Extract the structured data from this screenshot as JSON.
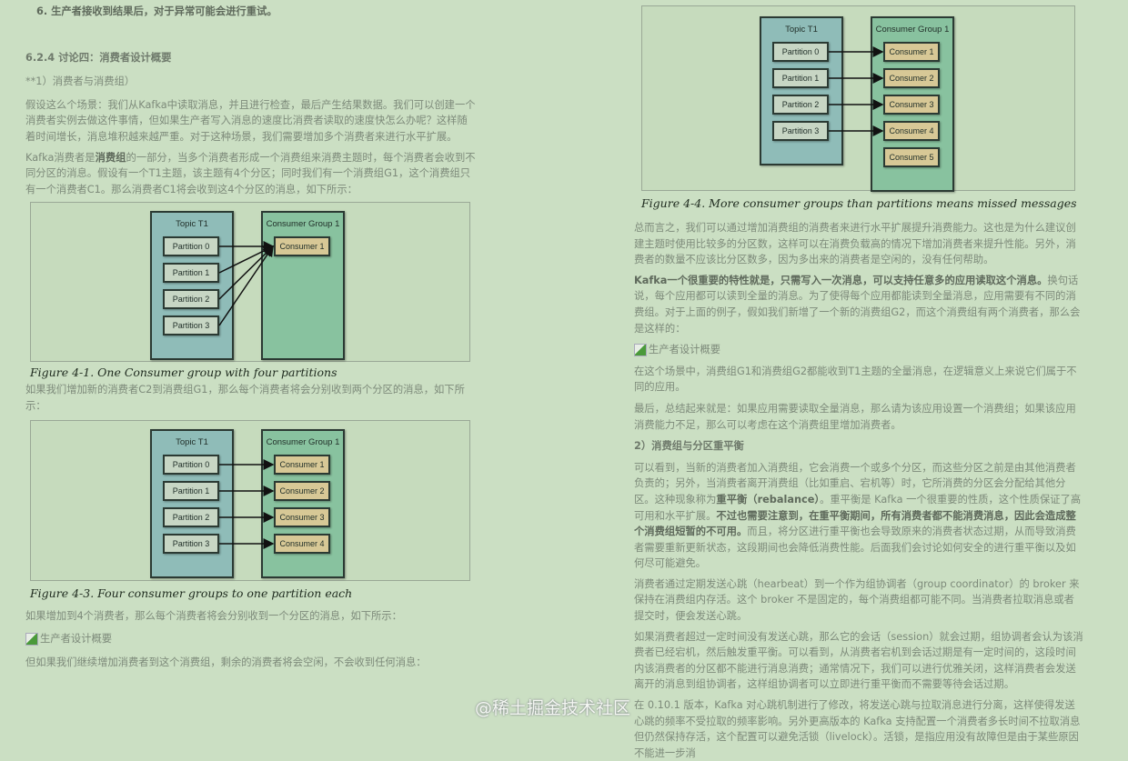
{
  "left": {
    "item6": "6. 生产者接收到结果后，对于异常可能会进行重试。",
    "section_heading": "6.2.4 讨论四：消费者设计概要",
    "sub1": "**1）消费者与消费组）",
    "p1": "假设这么个场景：我们从Kafka中读取消息，并且进行检查，最后产生结果数据。我们可以创建一个消费者实例去做这件事情，但如果生产者写入消息的速度比消费者读取的速度快怎么办呢？这样随着时间增长，消息堆积越来越严重。对于这种场景，我们需要增加多个消费者来进行水平扩展。",
    "p2_a": "Kafka消费者是",
    "p2_b": "消费组",
    "p2_c": "的一部分，当多个消费者形成一个消费组来消费主题时，每个消费者会收到不同分区的消息。假设有一个T1主题，该主题有4个分区；同时我们有一个消费组G1，这个消费组只有一个消费者C1。那么消费者C1将会收到这4个分区的消息，如下所示：",
    "fig1_caption": "Figure 4-1. One Consumer group with four partitions",
    "p3": "如果我们增加新的消费者C2到消费组G1，那么每个消费者将会分别收到两个分区的消息，如下所示：",
    "fig3_caption": "Figure 4-3. Four consumer groups to one partition each",
    "p4": "如果增加到4个消费者，那么每个消费者将会分别收到一个分区的消息，如下所示：",
    "img_alt": "生产者设计概要",
    "p5": "但如果我们继续增加消费者到这个消费组，剩余的消费者将会空闲，不会收到任何消息："
  },
  "right": {
    "fig4_caption": "Figure 4-4. More consumer groups than partitions means missed messages",
    "p1": "总而言之，我们可以通过增加消费组的消费者来进行水平扩展提升消费能力。这也是为什么建议创建主题时使用比较多的分区数，这样可以在消费负载高的情况下增加消费者来提升性能。另外，消费者的数量不应该比分区数多，因为多出来的消费者是空闲的，没有任何帮助。",
    "p2_bold": "Kafka一个很重要的特性就是，只需写入一次消息，可以支持任意多的应用读取这个消息。",
    "p2_rest": "换句话说，每个应用都可以读到全量的消息。为了使得每个应用都能读到全量消息，应用需要有不同的消费组。对于上面的例子，假如我们新增了一个新的消费组G2，而这个消费组有两个消费者，那么会是这样的：",
    "img_alt": "生产者设计概要",
    "p3": "在这个场景中，消费组G1和消费组G2都能收到T1主题的全量消息，在逻辑意义上来说它们属于不同的应用。",
    "p4": "最后，总结起来就是：如果应用需要读取全量消息，那么请为该应用设置一个消费组；如果该应用消费能力不足，那么可以考虑在这个消费组里增加消费者。",
    "sub2": "2）消费组与分区重平衡",
    "p5_a": "可以看到，当新的消费者加入消费组，它会消费一个或多个分区，而这些分区之前是由其他消费者负责的；另外，当消费者离开消费组（比如重启、宕机等）时，它所消费的分区会分配给其他分区。这种现象称为",
    "p5_b": "重平衡（rebalance）",
    "p5_c": "。重平衡是 Kafka 一个很重要的性质，这个性质保证了高可用和水平扩展。",
    "p5_d": "不过也需要注意到，在重平衡期间，所有消费者都不能消费消息，因此会造成整个消费组短暂的不可用。",
    "p5_e": "而且，将分区进行重平衡也会导致原来的消费者状态过期，从而导致消费者需要重新更新状态，这段期间也会降低消费性能。后面我们会讨论如何安全的进行重平衡以及如何尽可能避免。",
    "p6": "消费者通过定期发送心跳（hearbeat）到一个作为组协调者（group coordinator）的 broker 来保持在消费组内存活。这个 broker 不是固定的，每个消费组都可能不同。当消费者拉取消息或者提交时，便会发送心跳。",
    "p7": "如果消费者超过一定时间没有发送心跳，那么它的会话（session）就会过期，组协调者会认为该消费者已经宕机，然后触发重平衡。可以看到，从消费者宕机到会话过期是有一定时间的，这段时间内该消费者的分区都不能进行消息消费；通常情况下，我们可以进行优雅关闭，这样消费者会发送离开的消息到组协调者，这样组协调者可以立即进行重平衡而不需要等待会话过期。",
    "p8": "在 0.10.1 版本，Kafka 对心跳机制进行了修改，将发送心跳与拉取消息进行分离，这样使得发送心跳的频率不受拉取的频率影响。另外更高版本的 Kafka 支持配置一个消费者多长时间不拉取消息但仍然保持存活，这个配置可以避免活锁（livelock）。活锁，是指应用没有故障但是由于某些原因不能进一步消"
  },
  "watermark": "@稀土掘金技术社区",
  "diagrams": {
    "fig1": {
      "topic": "Topic T1",
      "group": "Consumer Group 1",
      "partitions": [
        "Partition 0",
        "Partition 1",
        "Partition 2",
        "Partition 3"
      ],
      "consumers": [
        "Consumer 1"
      ],
      "edges": [
        [
          0,
          0
        ],
        [
          1,
          0
        ],
        [
          2,
          0
        ],
        [
          3,
          0
        ]
      ]
    },
    "fig3": {
      "topic": "Topic T1",
      "group": "Consumer Group 1",
      "partitions": [
        "Partition 0",
        "Partition 1",
        "Partition 2",
        "Partition 3"
      ],
      "consumers": [
        "Consumer 1",
        "Consumer 2",
        "Consumer 3",
        "Consumer 4"
      ],
      "edges": [
        [
          0,
          0
        ],
        [
          1,
          1
        ],
        [
          2,
          2
        ],
        [
          3,
          3
        ]
      ]
    },
    "fig4": {
      "topic": "Topic T1",
      "group": "Consumer Group 1",
      "partitions": [
        "Partition 0",
        "Partition 1",
        "Partition 2",
        "Partition 3"
      ],
      "consumers": [
        "Consumer 1",
        "Consumer 2",
        "Consumer 3",
        "Consumer 4",
        "Consumer 5"
      ],
      "edges": [
        [
          0,
          0
        ],
        [
          1,
          1
        ],
        [
          2,
          2
        ],
        [
          3,
          3
        ]
      ]
    }
  }
}
